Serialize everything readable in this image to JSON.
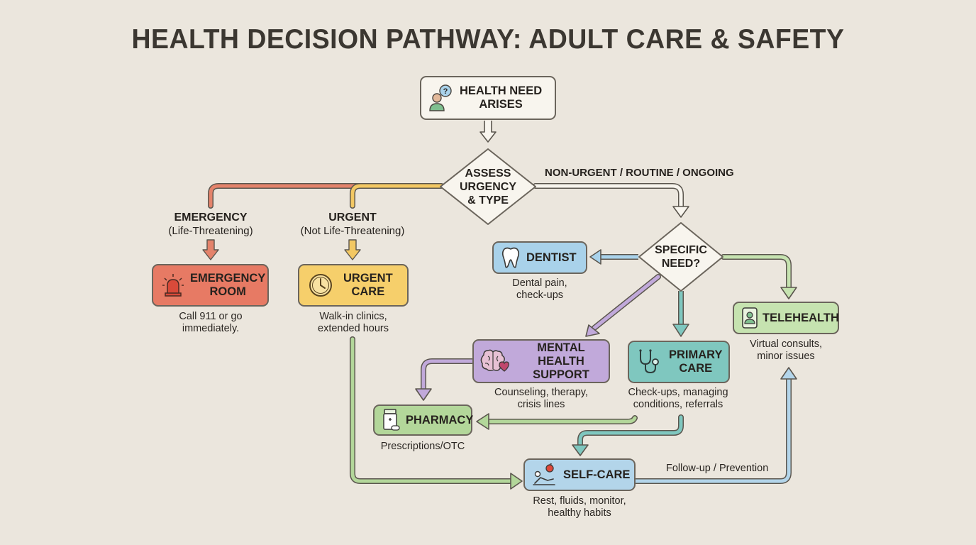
{
  "title": "HEALTH DECISION PATHWAY: ADULT CARE & SAFETY",
  "colors": {
    "background": "#ebe6dd",
    "emergency": "#e77a64",
    "urgent": "#f6cf6b",
    "dentist": "#a9d2ea",
    "mental_health": "#c1a9da",
    "primary_care": "#7fc7bf",
    "telehealth": "#c6e3b0",
    "pharmacy": "#b3d79a",
    "self_care": "#b3d5ea",
    "start": "#f8f5ee"
  },
  "nodes": {
    "start": {
      "label": "HEALTH NEED\nARISES",
      "icon": "person-question-icon"
    },
    "assess": {
      "label": "ASSESS\nURGENCY\n& TYPE"
    },
    "specific": {
      "label": "SPECIFIC\nNEED?"
    },
    "emergency_room": {
      "label": "EMERGENCY\nROOM",
      "icon": "siren-icon",
      "caption": "Call 911 or go\nimmediately."
    },
    "urgent_care": {
      "label": "URGENT\nCARE",
      "icon": "clock-icon",
      "caption": "Walk-in clinics,\nextended hours"
    },
    "dentist": {
      "label": "DENTIST",
      "icon": "tooth-icon",
      "caption": "Dental pain,\ncheck-ups"
    },
    "telehealth": {
      "label": "TELEHEALTH",
      "icon": "tablet-doctor-icon",
      "caption": "Virtual consults,\nminor issues"
    },
    "mental_health": {
      "label": "MENTAL HEALTH\nSUPPORT",
      "icon": "brain-heart-icon",
      "caption": "Counseling, therapy,\ncrisis lines"
    },
    "primary_care": {
      "label": "PRIMARY\nCARE",
      "icon": "stethoscope-icon",
      "caption": "Check-ups, managing\nconditions, referrals"
    },
    "pharmacy": {
      "label": "PHARMACY",
      "icon": "pill-bottle-icon",
      "caption": "Prescriptions/OTC"
    },
    "self_care": {
      "label": "SELF-CARE",
      "icon": "resting-person-icon",
      "caption": "Rest, fluids, monitor,\nhealthy habits"
    }
  },
  "branches": {
    "emergency": {
      "main": "EMERGENCY",
      "sub": "(Life-Threatening)"
    },
    "urgent": {
      "main": "URGENT",
      "sub": "(Not Life-Threatening)"
    }
  },
  "edge_labels": {
    "non_urgent": "NON-URGENT / ROUTINE / ONGOING",
    "follow_up": "Follow-up / Prevention"
  }
}
